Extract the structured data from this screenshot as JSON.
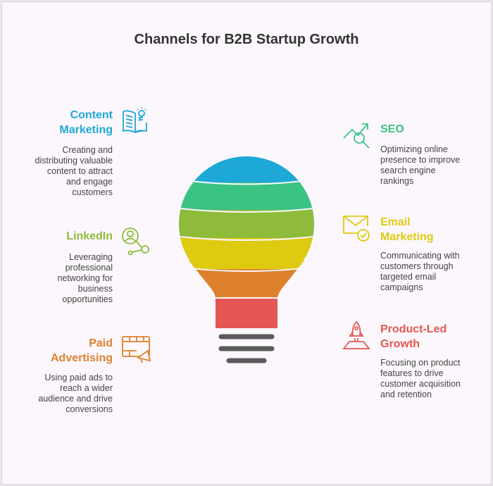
{
  "title": "Channels for B2B Startup Growth",
  "colors": {
    "blue": "#1ea8d8",
    "teal": "#3bc383",
    "green": "#8fbb3a",
    "yellow": "#dfca12",
    "orange": "#de812d",
    "red": "#e45754",
    "base": "#5a5a5a"
  },
  "items": [
    {
      "title_1": "Content",
      "title_2": "Marketing",
      "desc": [
        "Creating and",
        "distributing valuable",
        "content to attract",
        "and engage",
        "customers"
      ]
    },
    {
      "title_1": "LinkedIn",
      "desc": [
        "Leveraging",
        "professional",
        "networking for",
        "business",
        "opportunities"
      ]
    },
    {
      "title_1": "Paid",
      "title_2": "Advertising",
      "desc": [
        "Using paid ads to",
        "reach a wider",
        "audience and drive",
        "conversions"
      ]
    },
    {
      "title_1": "SEO",
      "desc": [
        "Optimizing online",
        "presence to improve",
        "search engine",
        "rankings"
      ]
    },
    {
      "title_1": "Email",
      "title_2": "Marketing",
      "desc": [
        "Communicating with",
        "customers through",
        "targeted email",
        "campaigns"
      ]
    },
    {
      "title_1": "Product-Led",
      "title_2": "Growth",
      "desc": [
        "Focusing on product",
        "features to drive",
        "customer acquisition",
        "and retention"
      ]
    }
  ]
}
